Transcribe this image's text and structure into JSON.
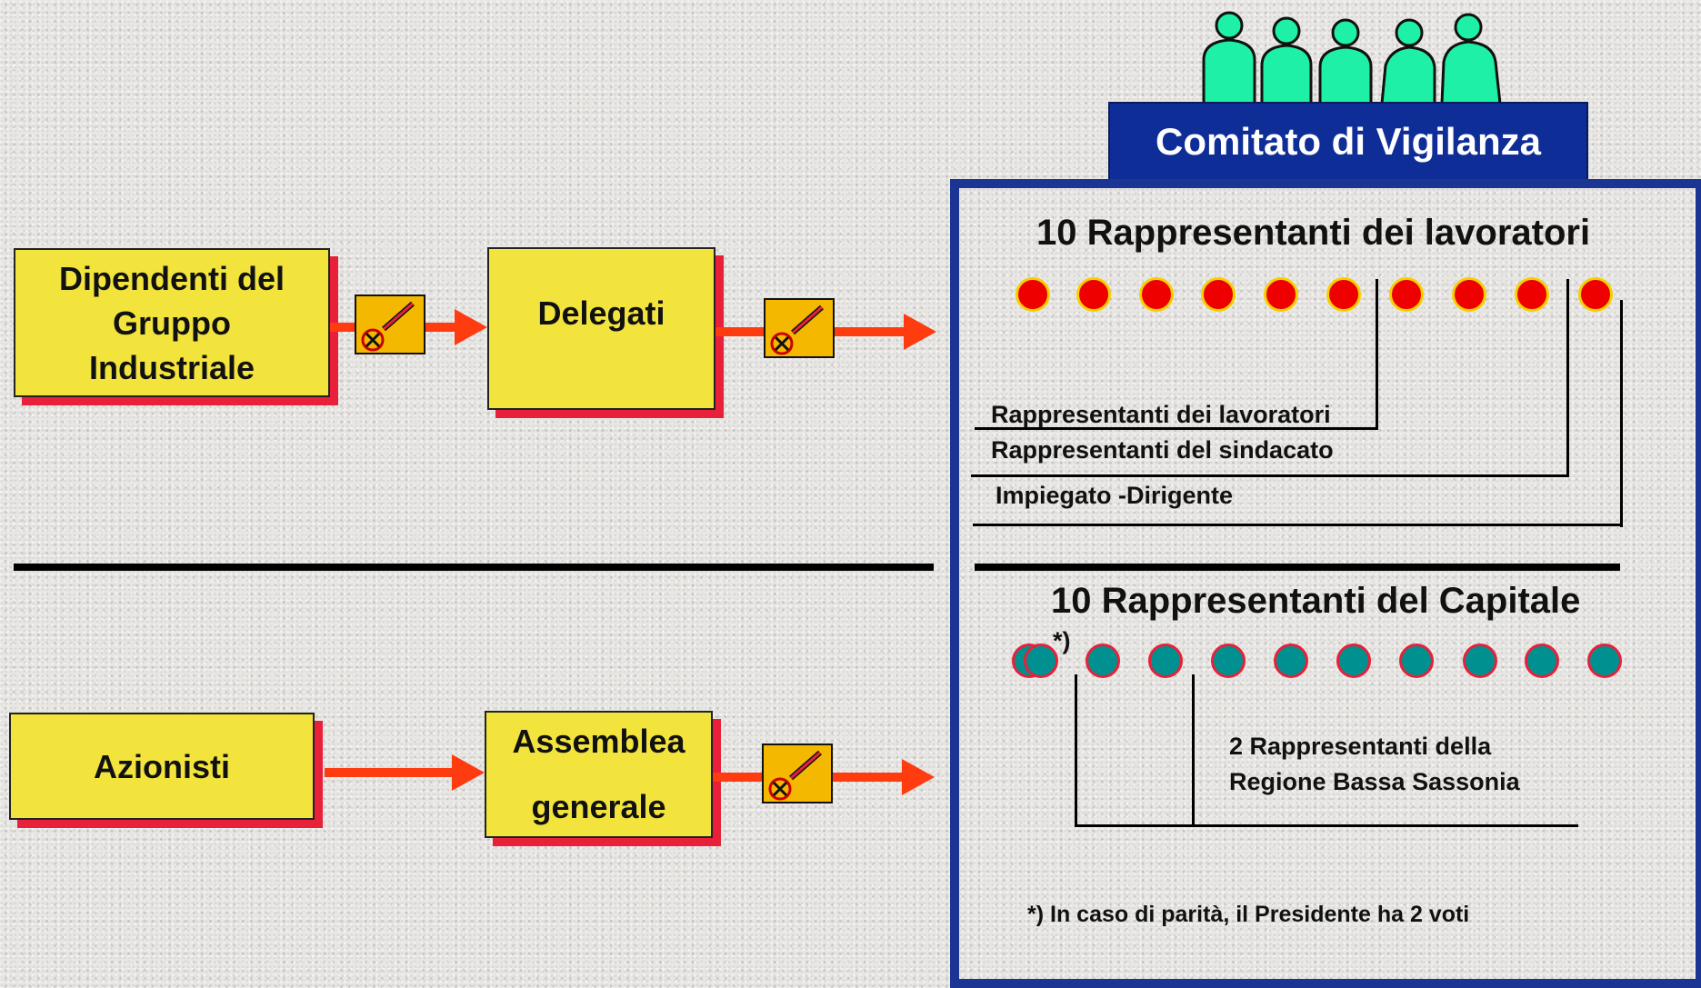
{
  "left": {
    "employees_label": [
      "Dipendenti del",
      "Gruppo",
      "Industriale"
    ],
    "delegates_label": "Delegati",
    "shareholders_label": "Azionisti",
    "assembly_label": [
      "Assemblea",
      "generale"
    ]
  },
  "committee": {
    "title": "Comitato di Vigilanza",
    "workers_heading": "10 Rappresentanti dei lavoratori",
    "workers_breakdown": [
      "Rappresentanti dei lavoratori",
      "Rappresentanti del sindacato",
      "Impiegato -Dirigente"
    ],
    "capital_heading": "10 Rappresentanti del Capitale",
    "president_marker": "*)",
    "region_label": [
      "2 Rappresentanti della",
      "Regione Bassa Sassonia"
    ],
    "footnote": "*) In caso di parità, il Presidente ha 2 voti"
  },
  "colors": {
    "box_fill": "#f2e43c",
    "box_shadow": "#e8203a",
    "arrow": "#ff3b10",
    "panel_blue": "#1a3594",
    "worker_dot": "#ee0000",
    "capital_dot": "#00908f",
    "people_icon": "#1ef0a8"
  },
  "icons": [
    "ballot-box-icon",
    "people-group-icon"
  ]
}
